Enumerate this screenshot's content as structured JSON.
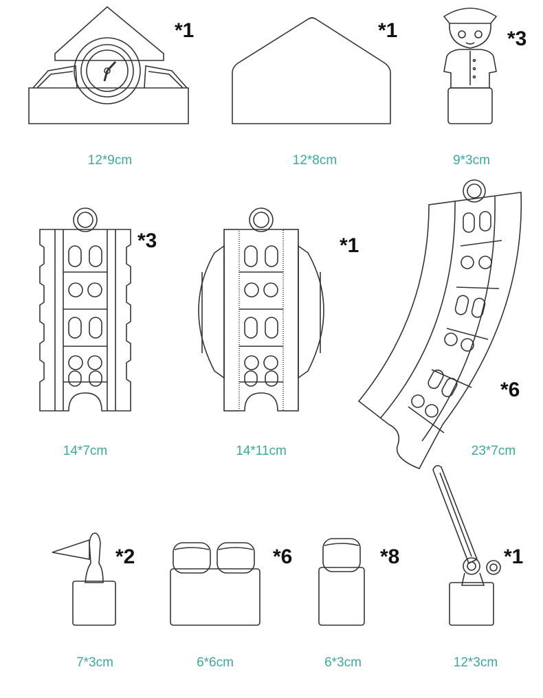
{
  "pieces": [
    {
      "name": "clock-house",
      "quantity": "*1",
      "size": "12*9cm"
    },
    {
      "name": "roof-block",
      "quantity": "*1",
      "size": "12*8cm"
    },
    {
      "name": "conductor-figure",
      "quantity": "*3",
      "size": "9*3cm"
    },
    {
      "name": "straight-track",
      "quantity": "*3",
      "size": "14*7cm"
    },
    {
      "name": "bridge-track",
      "quantity": "*1",
      "size": "14*11cm"
    },
    {
      "name": "curved-track",
      "quantity": "*6",
      "size": "23*7cm"
    },
    {
      "name": "flag-signal",
      "quantity": "*2",
      "size": "7*3cm"
    },
    {
      "name": "double-block",
      "quantity": "*6",
      "size": "6*6cm"
    },
    {
      "name": "single-block",
      "quantity": "*8",
      "size": "6*3cm"
    },
    {
      "name": "crossing-gate",
      "quantity": "*1",
      "size": "12*3cm"
    }
  ]
}
